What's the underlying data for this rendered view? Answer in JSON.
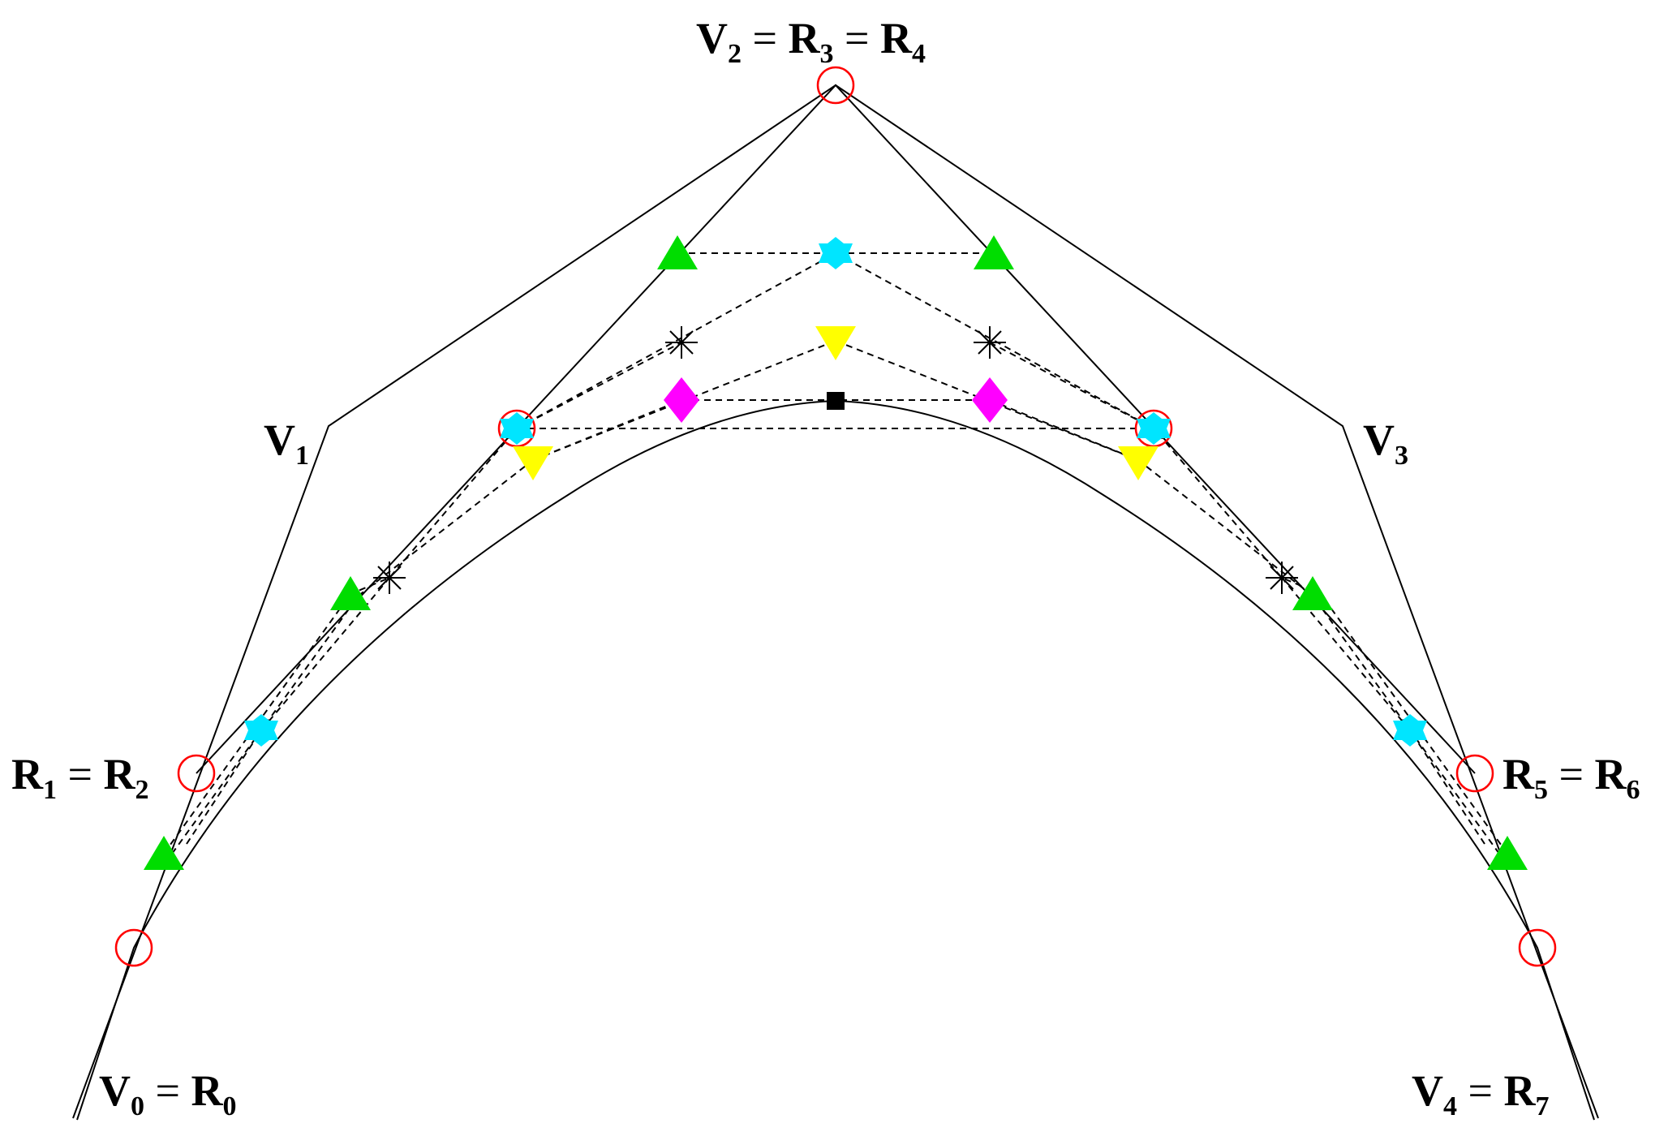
{
  "labels": {
    "top": {
      "a": "V",
      "a_sub": "2",
      "eq1": " = ",
      "b": "R",
      "b_sub": "3",
      "eq2": " = ",
      "c": "R",
      "c_sub": "4"
    },
    "v1": {
      "a": "V",
      "a_sub": "1"
    },
    "v3": {
      "a": "V",
      "a_sub": "3"
    },
    "left": {
      "a": "R",
      "a_sub": "1",
      "eq1": " = ",
      "b": "R",
      "b_sub": "2"
    },
    "right": {
      "a": "R",
      "a_sub": "5",
      "eq1": " = ",
      "b": "R",
      "b_sub": "6"
    },
    "bottom_left": {
      "a": "V",
      "a_sub": "0",
      "eq1": " = ",
      "b": "R",
      "b_sub": "0"
    },
    "bottom_right": {
      "a": "V",
      "a_sub": "4",
      "eq1": " = ",
      "b": "R",
      "b_sub": "7"
    }
  },
  "colors": {
    "line": "#000000",
    "circle": "#ff0000",
    "triangle": "#00dd00",
    "star": "#00e5ff",
    "inverted_triangle": "#ffff00",
    "diamond": "#ff00ff",
    "square": "#000000"
  }
}
